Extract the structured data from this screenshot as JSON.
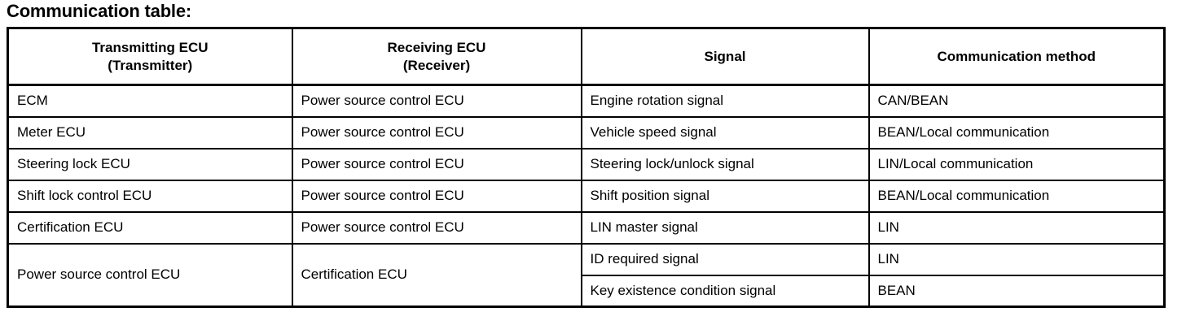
{
  "document": {
    "title": "Communication table:"
  },
  "table": {
    "columns": [
      {
        "line1": "Transmitting ECU",
        "line2": "(Transmitter)"
      },
      {
        "line1": "Receiving ECU",
        "line2": "(Receiver)"
      },
      {
        "line1": "Signal",
        "line2": ""
      },
      {
        "line1": "Communication method",
        "line2": ""
      }
    ],
    "rows": [
      {
        "transmitter": "ECM",
        "receiver": "Power source control ECU",
        "signal": "Engine rotation signal",
        "method": "CAN/BEAN"
      },
      {
        "transmitter": "Meter ECU",
        "receiver": "Power source control ECU",
        "signal": "Vehicle speed signal",
        "method": "BEAN/Local communication"
      },
      {
        "transmitter": "Steering lock ECU",
        "receiver": "Power source control ECU",
        "signal": "Steering lock/unlock signal",
        "method": "LIN/Local communication"
      },
      {
        "transmitter": "Shift lock control ECU",
        "receiver": "Power source control ECU",
        "signal": "Shift position signal",
        "method": "BEAN/Local communication"
      },
      {
        "transmitter": "Certification ECU",
        "receiver": "Power source control ECU",
        "signal": "LIN master signal",
        "method": "LIN"
      },
      {
        "transmitter": "Power source control ECU",
        "receiver": "Certification ECU",
        "rowspan": 2,
        "signal": "ID required signal",
        "method": "LIN"
      },
      {
        "transmitter": "",
        "receiver": "",
        "continued": true,
        "signal": "Key existence condition signal",
        "method": "BEAN"
      }
    ]
  }
}
